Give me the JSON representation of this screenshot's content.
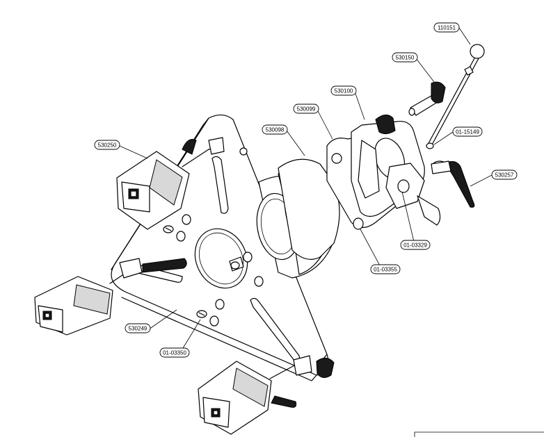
{
  "diagram": {
    "part_labels": [
      {
        "id": "label-110151",
        "text": "110151"
      },
      {
        "id": "label-530150",
        "text": "530150"
      },
      {
        "id": "label-530100",
        "text": "530100"
      },
      {
        "id": "label-530099",
        "text": "530099"
      },
      {
        "id": "label-530098",
        "text": "530098"
      },
      {
        "id": "label-01-15149",
        "text": "01-15149"
      },
      {
        "id": "label-530250",
        "text": "530250"
      },
      {
        "id": "label-530257",
        "text": "530257"
      },
      {
        "id": "label-01-03329",
        "text": "01-03329"
      },
      {
        "id": "label-01-03355",
        "text": "01-03355"
      },
      {
        "id": "label-530249",
        "text": "530249"
      },
      {
        "id": "label-01-03350",
        "text": "01-03350"
      }
    ]
  }
}
